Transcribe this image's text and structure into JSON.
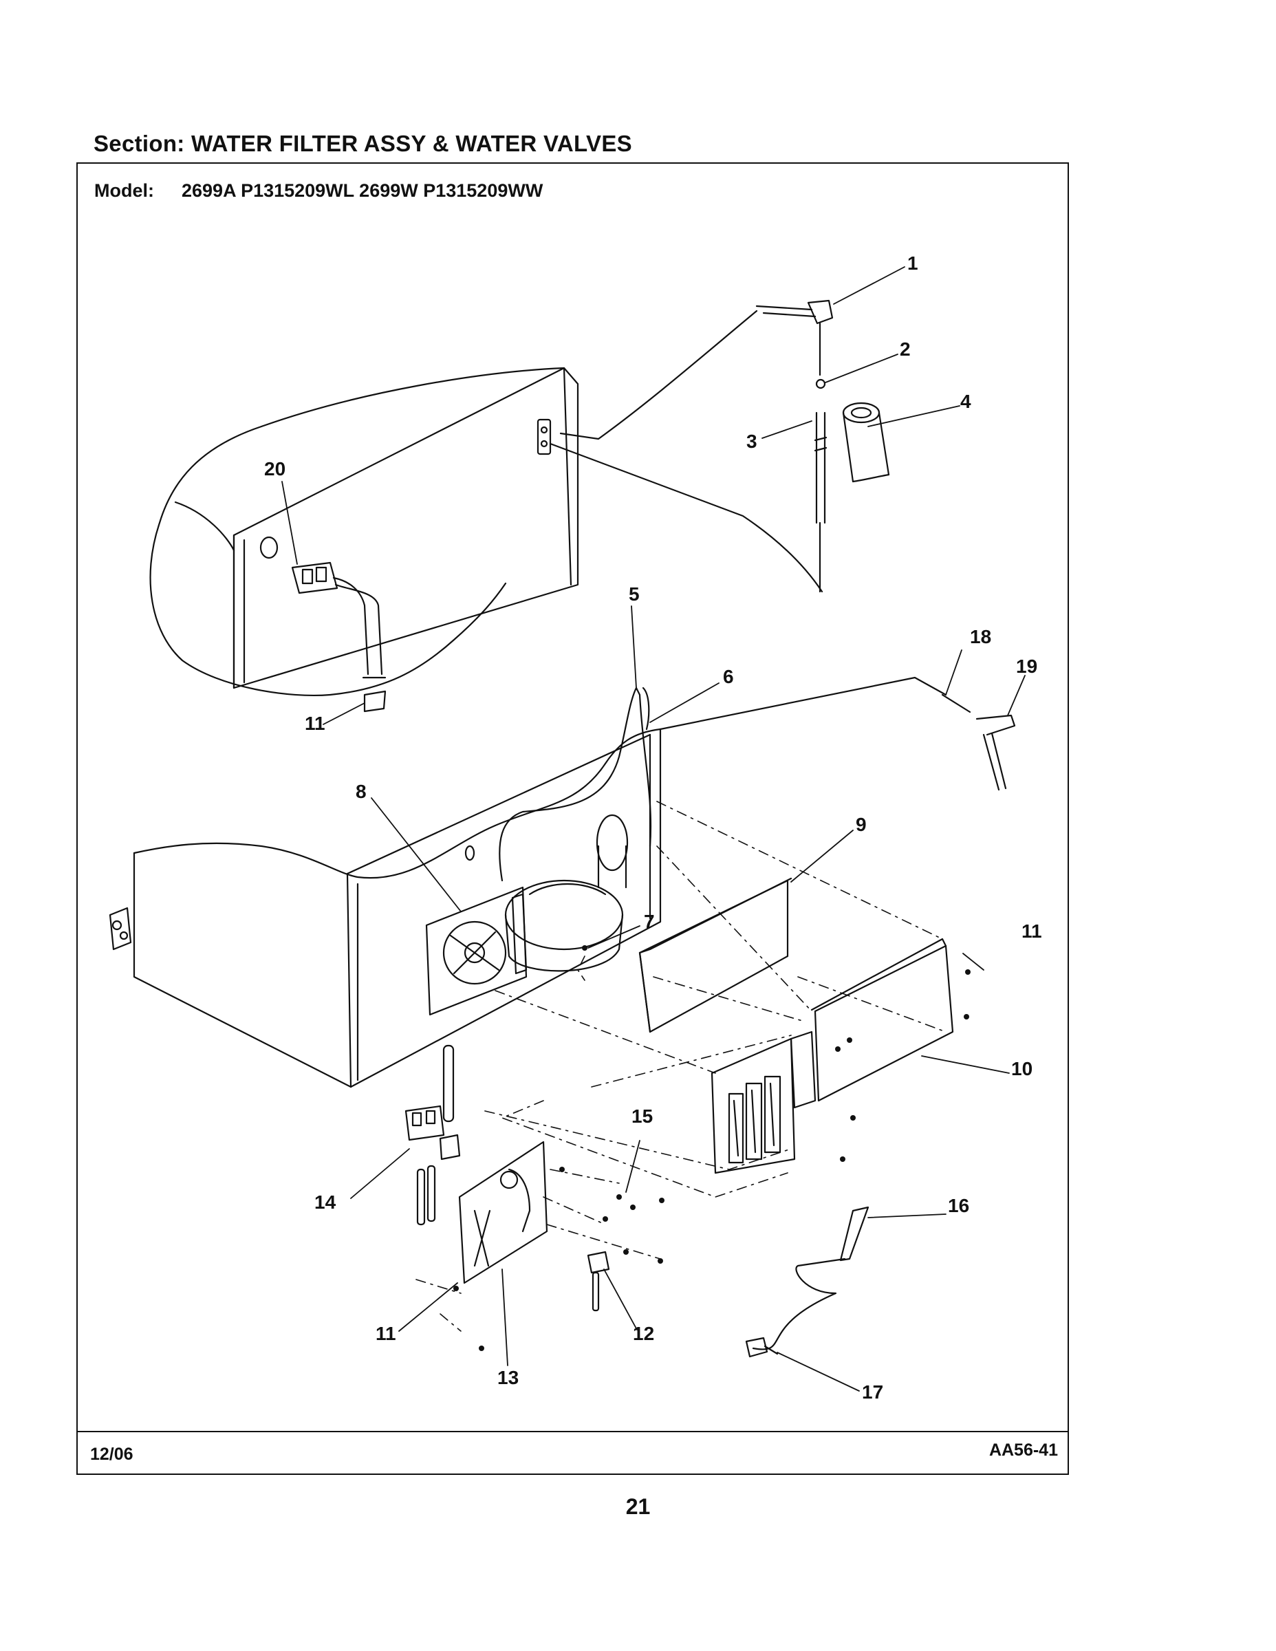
{
  "header": {
    "section_title": "Section:  WATER FILTER ASSY & WATER VALVES",
    "model_label": "Model:",
    "model_numbers": "2699A P1315209WL 2699W P1315209WW"
  },
  "callouts": [
    {
      "id": "c1",
      "text": "1"
    },
    {
      "id": "c2",
      "text": "2"
    },
    {
      "id": "c3",
      "text": "3"
    },
    {
      "id": "c4",
      "text": "4"
    },
    {
      "id": "c5",
      "text": "5"
    },
    {
      "id": "c6",
      "text": "6"
    },
    {
      "id": "c7",
      "text": "7"
    },
    {
      "id": "c8",
      "text": "8"
    },
    {
      "id": "c9",
      "text": "9"
    },
    {
      "id": "c10",
      "text": "10"
    },
    {
      "id": "c11a",
      "text": "11"
    },
    {
      "id": "c11b",
      "text": "11"
    },
    {
      "id": "c11c",
      "text": "11"
    },
    {
      "id": "c12",
      "text": "12"
    },
    {
      "id": "c13",
      "text": "13"
    },
    {
      "id": "c14",
      "text": "14"
    },
    {
      "id": "c15",
      "text": "15"
    },
    {
      "id": "c16",
      "text": "16"
    },
    {
      "id": "c17",
      "text": "17"
    },
    {
      "id": "c18",
      "text": "18"
    },
    {
      "id": "c19",
      "text": "19"
    },
    {
      "id": "c20",
      "text": "20"
    }
  ],
  "footer": {
    "date": "12/06",
    "code": "AA56-41",
    "page_number": "21"
  }
}
